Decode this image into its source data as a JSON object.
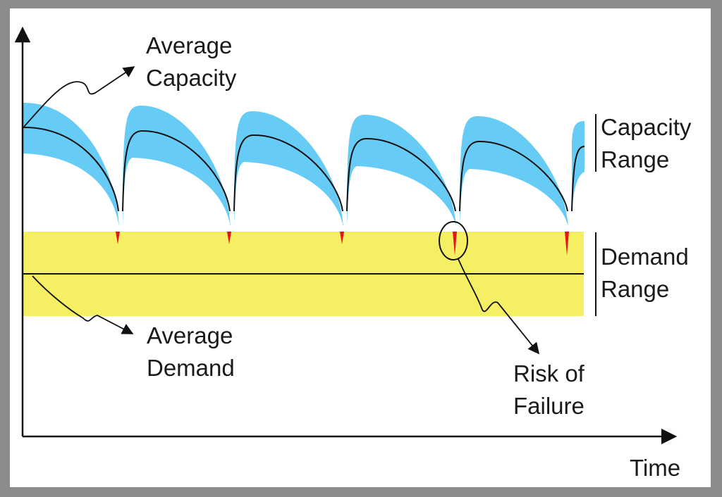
{
  "labels": {
    "average_capacity": [
      "Average",
      "Capacity"
    ],
    "capacity_range": [
      "Capacity",
      "Range"
    ],
    "demand_range": [
      "Demand",
      "Range"
    ],
    "average_demand": [
      "Average",
      "Demand"
    ],
    "risk_of_failure": [
      "Risk of",
      "Failure"
    ],
    "x_axis": "Time"
  },
  "colors": {
    "frame": "#8c8c8c",
    "background": "#ffffff",
    "capacity_band": "#66ccf5",
    "demand_band": "#f5ef63",
    "failure_overlap": "#e8141e",
    "lines": "#111111"
  },
  "icons": {
    "average_capacity_pointer": "curved-arrow-icon",
    "average_demand_pointer": "curved-arrow-icon",
    "risk_of_failure_pointer": "curved-arrow-icon"
  }
}
